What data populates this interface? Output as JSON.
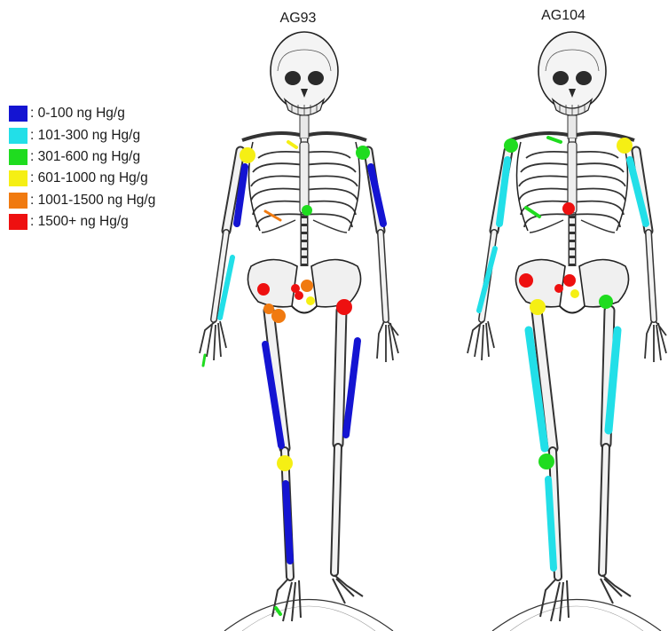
{
  "figures": {
    "left_title": "AG93",
    "right_title": "AG104"
  },
  "legend": [
    {
      "label": ": 0-100 ng Hg/g",
      "color": "#1414d2"
    },
    {
      "label": ": 101-300 ng Hg/g",
      "color": "#22dfe8"
    },
    {
      "label": ": 301-600 ng Hg/g",
      "color": "#1fdc1f"
    },
    {
      "label": ": 601-1000 ng Hg/g",
      "color": "#f5ef14"
    },
    {
      "label": ": 1001-1500 ng Hg/g",
      "color": "#f07a10"
    },
    {
      "label": ": 1500+ ng Hg/g",
      "color": "#ee1010"
    }
  ],
  "skeletons": {
    "AG93": {
      "right_humerus": "0-100",
      "left_humerus": "0-100",
      "right_radius_ulna": "101-300",
      "hand_phalanx": "301-600",
      "right_shoulder": "601-1000",
      "left_shoulder": "301-600",
      "clavicle": "601-1000",
      "rib": "1001-1500",
      "sternum": "301-600",
      "pelvis_ilium_right": "1500+",
      "sacrum": "1001-1500",
      "pubis_right": "1500+",
      "coccyx": "601-1000",
      "right_hip": "1001-1500",
      "left_hip": "1500+",
      "right_femur": "0-100",
      "left_femur": "0-100",
      "right_knee": "601-1000",
      "right_tibia": "0-100",
      "foot": "301-600"
    },
    "AG104": {
      "right_humerus": "101-300",
      "left_humerus": "101-300",
      "right_radius_ulna": "101-300",
      "right_shoulder": "301-600",
      "left_shoulder": "601-1000",
      "clavicle": "301-600",
      "rib": "301-600",
      "sternum": "1500+",
      "pelvis_ilium_right": "1500+",
      "sacrum": "1500+",
      "pubis_right": "1500+",
      "coccyx": "601-1000",
      "right_hip": "601-1000",
      "left_hip": "301-600",
      "right_femur": "101-300",
      "left_femur": "101-300",
      "right_knee": "301-600",
      "right_tibia": "101-300"
    }
  }
}
